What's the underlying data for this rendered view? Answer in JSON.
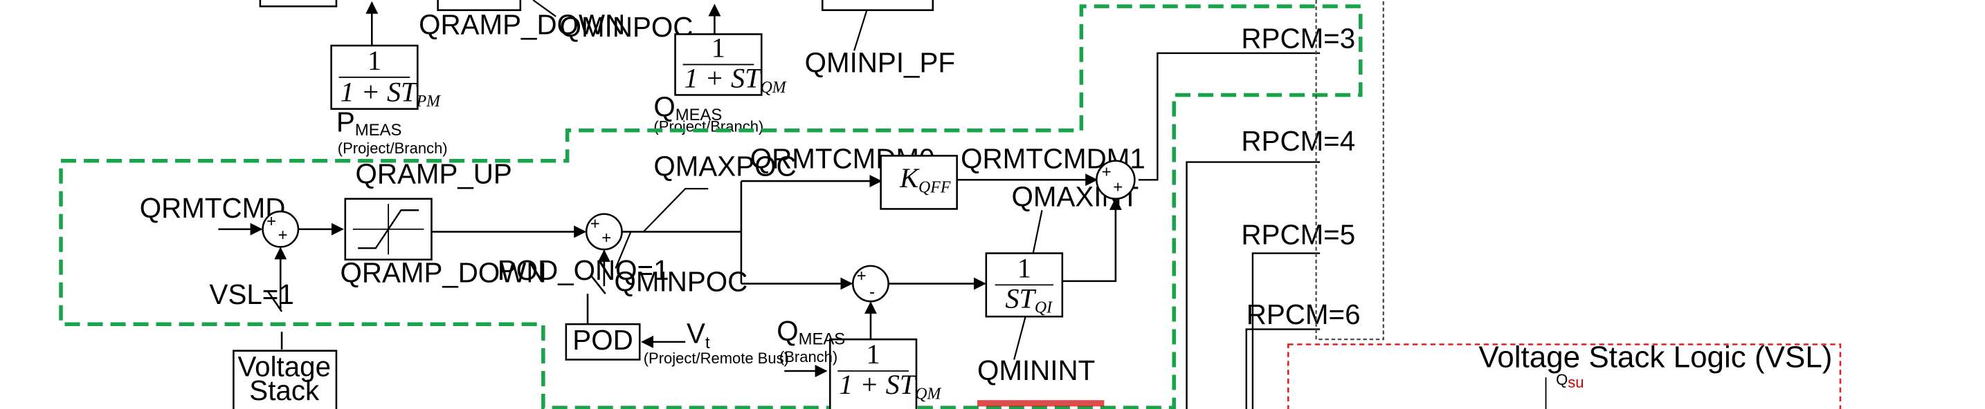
{
  "colors": {
    "green_dash": "#19a34a",
    "red_dash": "#e02020",
    "black": "#000000",
    "gray_dash": "#444444"
  },
  "labels": {
    "qramp_down_top": "QRAMP_DOWN",
    "qminpoc_top": "QMINPOC",
    "qminpi_pf": "QMINPI_PF",
    "pmeas_main": "P",
    "pmeas_sub": "MEAS",
    "pmeas_note": "(Project/Branch)",
    "qmeas_top_main": "Q",
    "qmeas_top_sub": "MEAS",
    "qmeas_top_note": "(Project/Branch)",
    "rpcm3": "RPCM=3",
    "rpcm4": "RPCM=4",
    "rpcm5": "RPCM=5",
    "rpcm6": "RPCM=6",
    "qrmtcmd": "QRMTCMD",
    "qramp_up": "QRAMP_UP",
    "qramp_down": "QRAMP_DOWN",
    "vsl1": "VSL=1",
    "voltage_stack_line1": "Voltage",
    "voltage_stack_line2": "Stack",
    "qmaxpoc": "QMAXPOC",
    "qminpoc": "QMINPOC",
    "pod_onq": "POD_ONQ=1",
    "pod": "POD",
    "vt": "V",
    "vt_sub": "t",
    "vt_note": "(Project/Remote  Bus)",
    "qrmtcmdm0": "QRMTCMDM0",
    "qrmtcmdm1": "QRMTCMDM1",
    "kqff": "K",
    "kqff_sub": "QFF",
    "qmaxint": "QMAXINT",
    "qminint": "QMININT",
    "qmeas_bottom_main": "Q",
    "qmeas_bottom_sub": "MEAS",
    "qmeas_bottom_note": "(Branch)",
    "vsl_title": "Voltage Stack Logic (VSL)",
    "vsl_inner": "Q",
    "vsl_inner_sub": "su"
  },
  "blocks": {
    "tf_one": "1",
    "tf_pm_den": "1 + ST",
    "tf_pm_sub": "PM",
    "tf_qm_den": "1 + ST",
    "tf_qm_sub": "QM",
    "integrator_den": "ST",
    "integrator_sub": "QI"
  },
  "sum_signs": {
    "plus": "+",
    "minus": "-"
  }
}
